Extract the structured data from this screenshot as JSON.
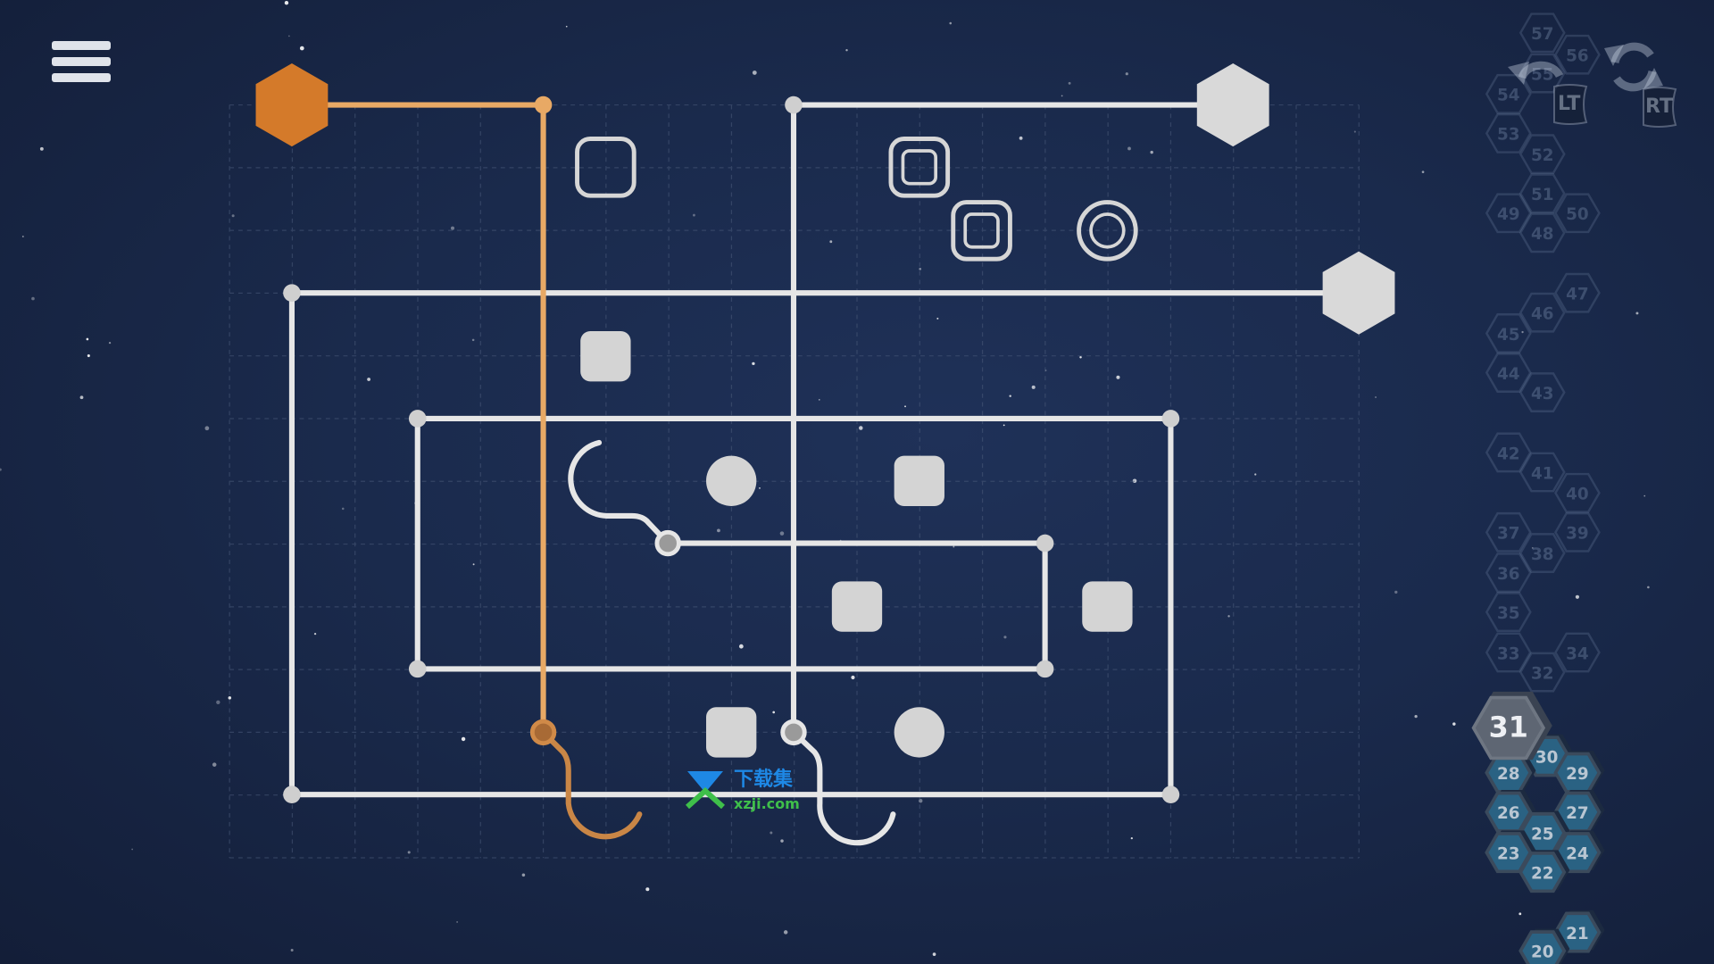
{
  "game": {
    "title": "Puzzle board",
    "accent_color": "#e08a3a",
    "line_color": "#e4e4e4"
  },
  "controls": {
    "undo_key": "LT",
    "reset_key": "RT"
  },
  "level_map": {
    "current": "31",
    "completed": [
      "30",
      "29",
      "28",
      "27",
      "26",
      "25",
      "24",
      "23",
      "22",
      "21",
      "20"
    ],
    "locked": [
      "57",
      "56",
      "55",
      "54",
      "53",
      "52",
      "51",
      "50",
      "49",
      "48",
      "47",
      "46",
      "45",
      "44",
      "43",
      "42",
      "41",
      "40",
      "39",
      "38",
      "37",
      "36",
      "35",
      "34",
      "33",
      "32"
    ]
  },
  "watermark": {
    "name": "下载集",
    "url": "xzji.com"
  }
}
